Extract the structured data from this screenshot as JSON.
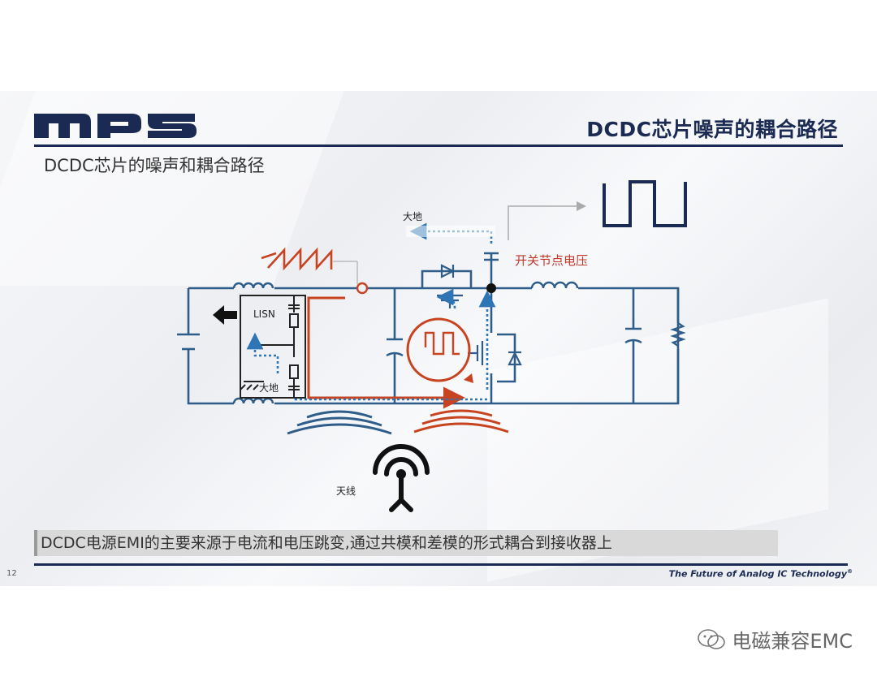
{
  "header": {
    "logo_text": "mps",
    "slide_title": "DCDC芯片噪声的耦合路径"
  },
  "subtitle": "DCDC芯片的噪声和耦合路径",
  "diagram": {
    "labels": {
      "ground_top": "大地",
      "lisn": "LISN",
      "ground_lisn": "大地",
      "switch_node": "开关节点电压",
      "antenna": "天线"
    }
  },
  "caption": "DCDC电源EMI的主要来源于电流和电压跳变,通过共模和差模的形式耦合到接收器上",
  "footer": {
    "page_number": "12",
    "tagline": "The Future of Analog IC Technology",
    "tagline_mark": "®"
  },
  "watermark": "电磁兼容EMC",
  "colors": {
    "navy": "#1b2a52",
    "circuit_blue": "#2f5d8a",
    "current_red": "#c8431f",
    "path_blue": "#2e75b6"
  }
}
